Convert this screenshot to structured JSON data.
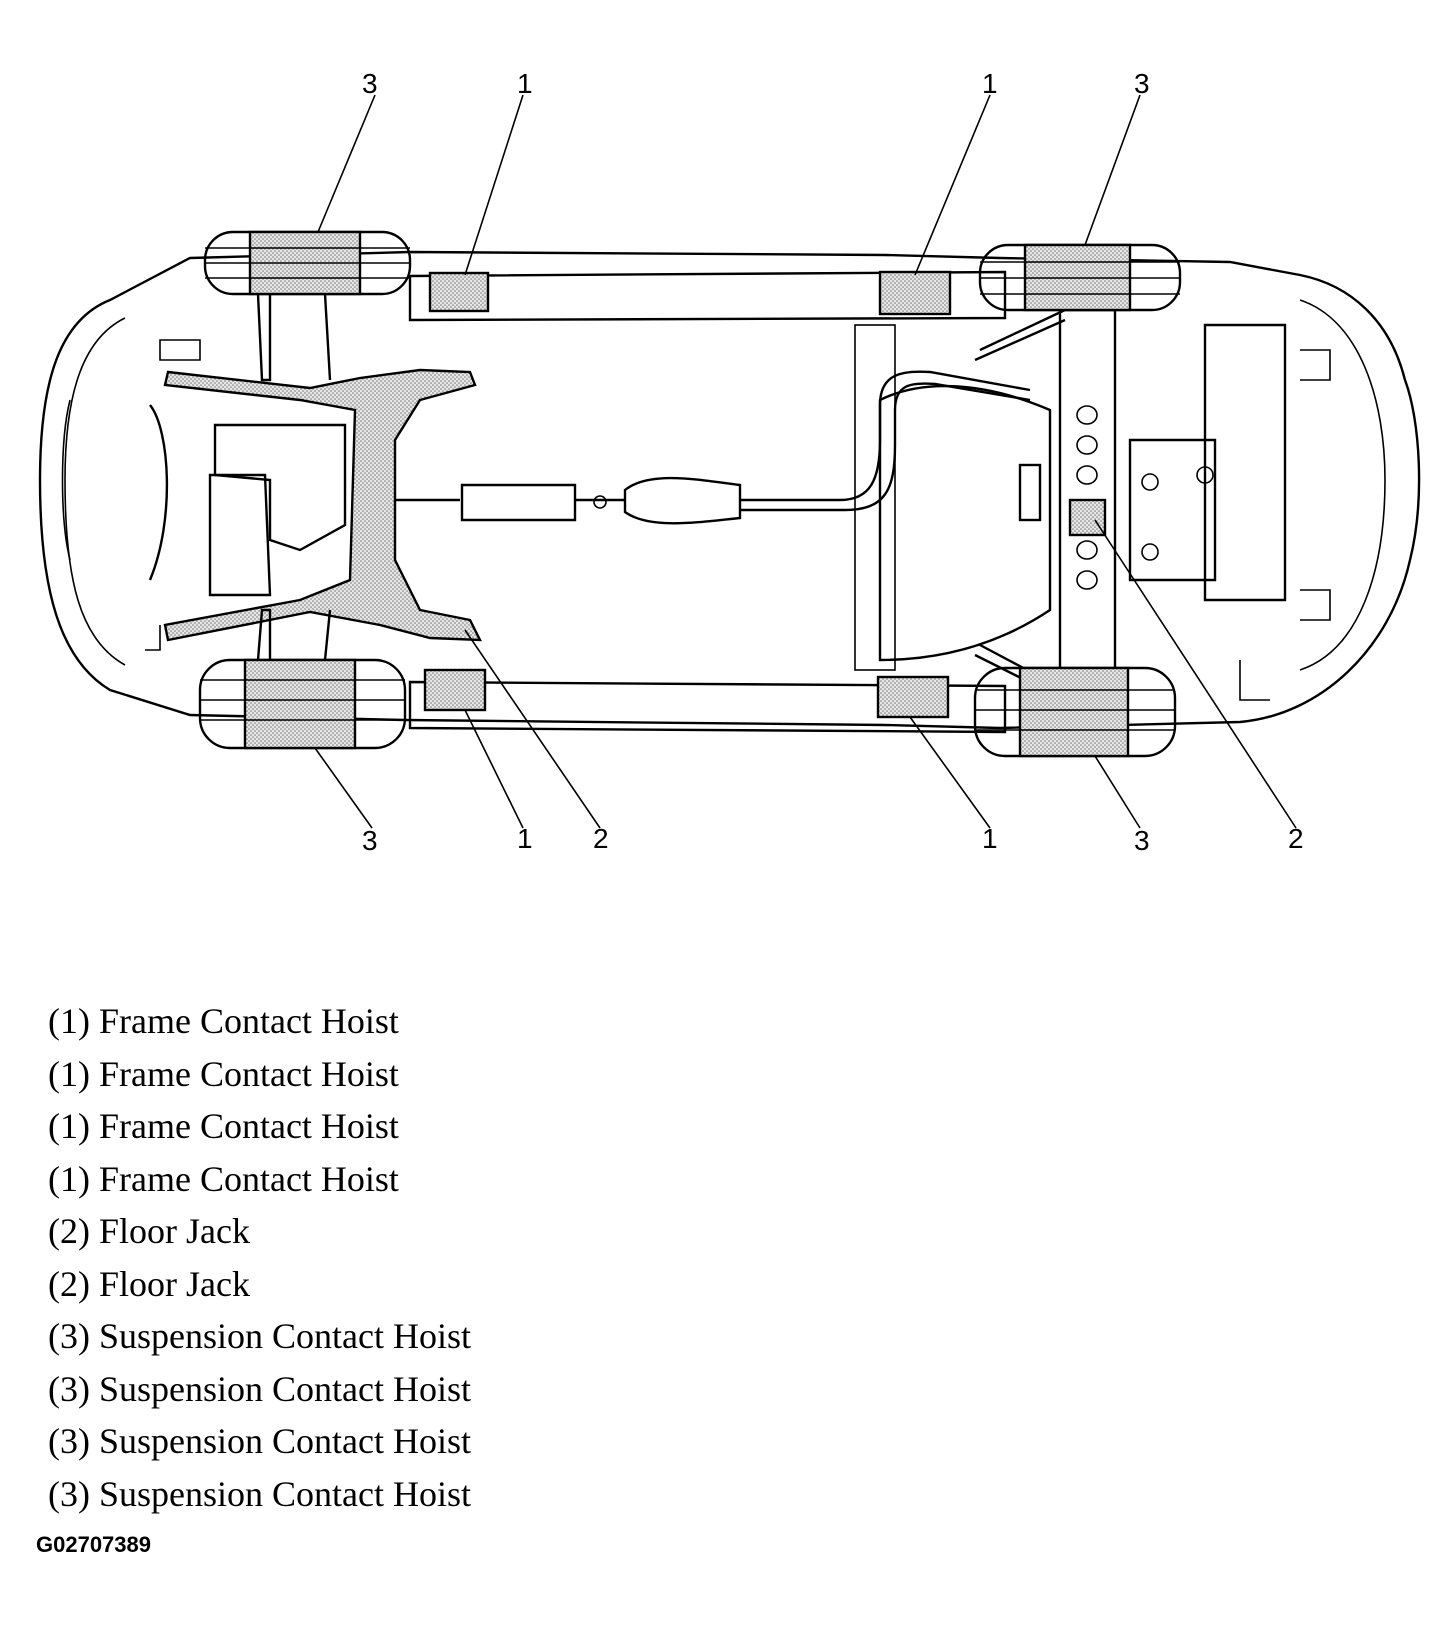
{
  "callouts": {
    "top_left_suspension": "3",
    "top_left_frame": "1",
    "top_right_frame": "1",
    "top_right_suspension": "3",
    "bottom_left_suspension": "3",
    "bottom_left_frame": "1",
    "bottom_left_jack": "2",
    "bottom_right_frame": "1",
    "bottom_right_suspension": "3",
    "bottom_right_jack": "2"
  },
  "legend": [
    {
      "num": "(1)",
      "label": "Frame Contact Hoist"
    },
    {
      "num": "(1)",
      "label": "Frame Contact Hoist"
    },
    {
      "num": "(1)",
      "label": "Frame Contact Hoist"
    },
    {
      "num": "(1)",
      "label": "Frame Contact Hoist"
    },
    {
      "num": "(2)",
      "label": "Floor Jack"
    },
    {
      "num": "(2)",
      "label": "Floor Jack"
    },
    {
      "num": "(3)",
      "label": "Suspension Contact Hoist"
    },
    {
      "num": "(3)",
      "label": "Suspension Contact Hoist"
    },
    {
      "num": "(3)",
      "label": "Suspension Contact Hoist"
    },
    {
      "num": "(3)",
      "label": "Suspension Contact Hoist"
    }
  ],
  "figure_id": "G02707389"
}
